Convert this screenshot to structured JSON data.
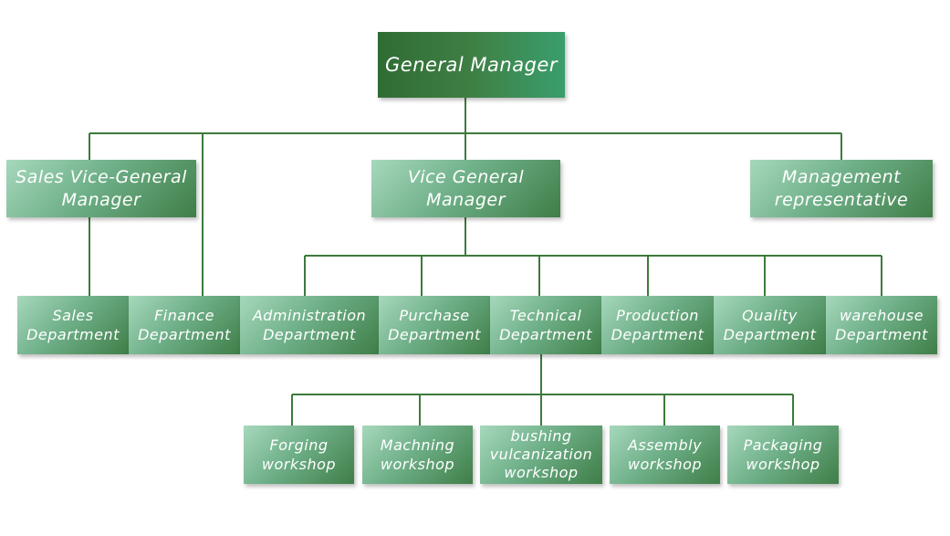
{
  "colors": {
    "connector": "#3d7a3d",
    "box_light": "#a7d8bc",
    "box_dark": "#3f7e47",
    "top_dark": "#2f6c34",
    "top_light": "#3a9e6c"
  },
  "org": {
    "general_manager": "General Manager",
    "level2": {
      "sales_vgm": "Sales Vice-General Manager",
      "vgm": "Vice General Manager",
      "mgmt_rep": "Management representative"
    },
    "departments": {
      "sales": "Sales Department",
      "finance": "Finance Department",
      "administration": "Administration Department",
      "purchase": "Purchase Department",
      "technical": "Technical Department",
      "production": "Production Department",
      "quality": "Quality Department",
      "warehouse": "warehouse Department"
    },
    "workshops": {
      "forging": "Forging workshop",
      "machning": "Machning workshop",
      "bushing": "bushing vulcanization workshop",
      "assembly": "Assembly workshop",
      "packaging": "Packaging workshop"
    }
  }
}
